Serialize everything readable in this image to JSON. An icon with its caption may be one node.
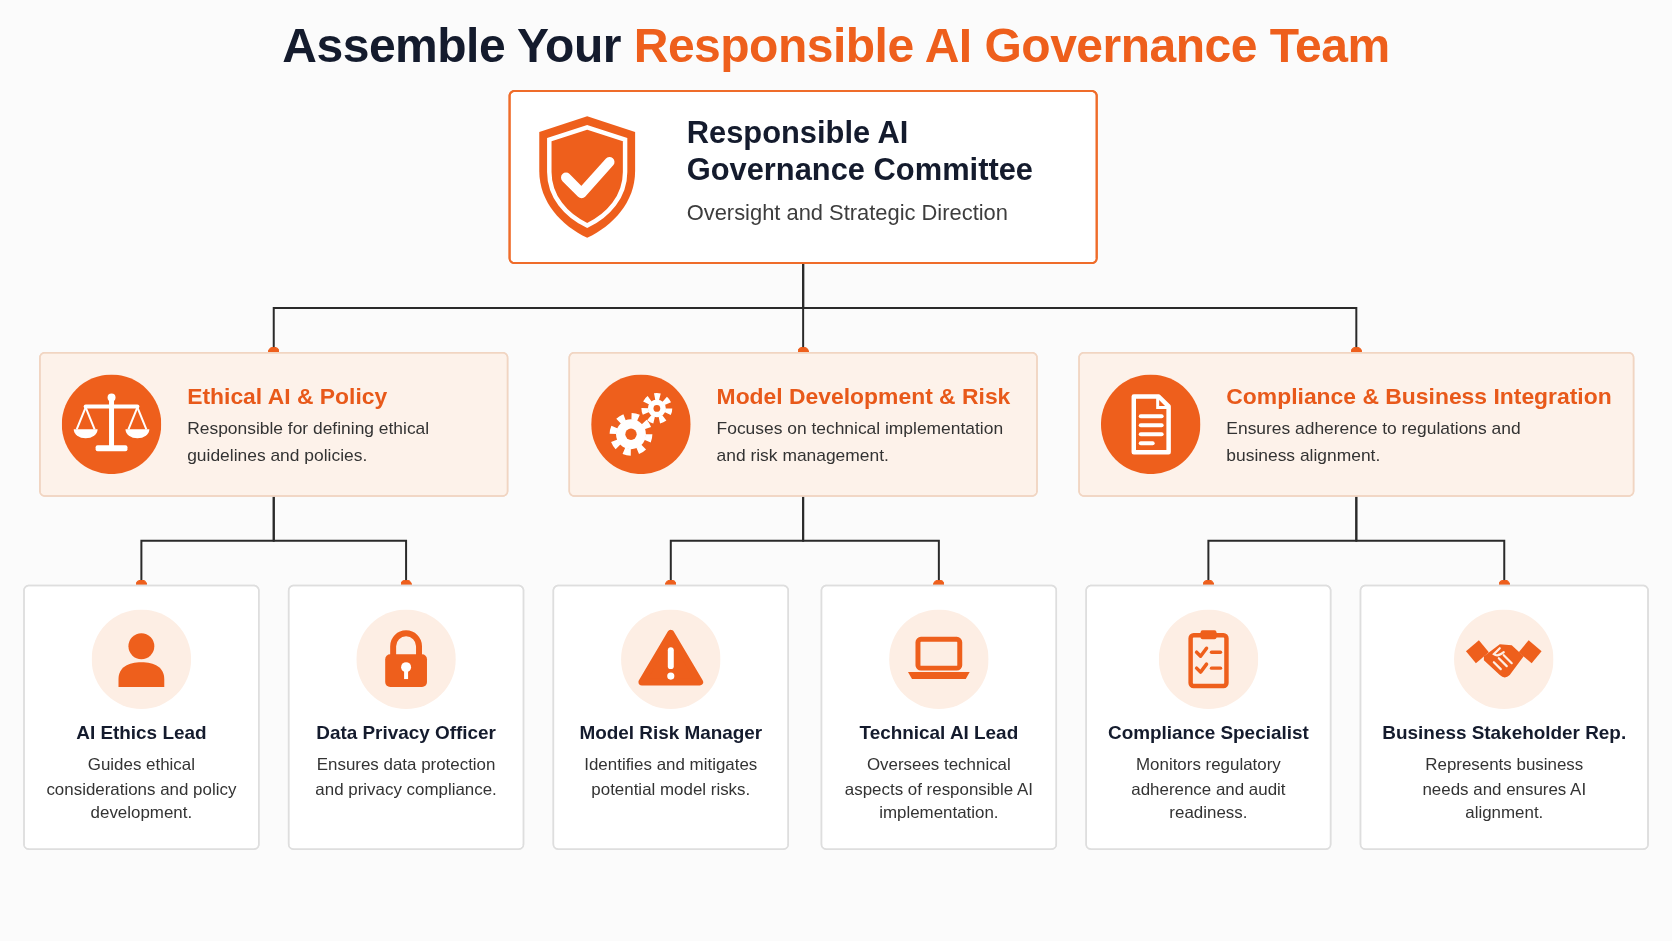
{
  "diagram": {
    "title": "Assemble Your Responsible AI Governance Team",
    "nodes": [
      {
        "text": [
          "Responsible AI Governance Committee",
          "Oversight and Strategic Direction"
        ]
      },
      {
        "text": [
          "Ethical AI & Policy",
          "Responsible for defining ethical guidelines and policies."
        ]
      },
      {
        "text": [
          "Model Development & Risk",
          "Focuses on technical implementation and risk management."
        ]
      },
      {
        "text": [
          "Compliance & Business Integration",
          "Ensures adherence to regulations and business alignment."
        ]
      },
      {
        "text": [
          "AI Ethics Lead",
          "Guides ethical considerations and policy development."
        ]
      },
      {
        "text": [
          "Data Privacy Officer",
          "Ensures data protection and privacy compliance."
        ]
      },
      {
        "text": [
          "Model Risk Manager",
          "Identifies and mitigates potential model risks."
        ]
      },
      {
        "text": [
          "Technical AI Lead",
          "Oversees technical aspects of responsible AI implementation."
        ]
      },
      {
        "text": [
          "Compliance Specialist",
          "Monitors regulatory adherence and audit readiness."
        ]
      },
      {
        "text": [
          "Business Stakeholder Rep.",
          "Represents business needs and ensures AI alignment."
        ]
      }
    ],
    "edges": [
      {
        "from": 0,
        "to": 1,
        "arrow": "other"
      },
      {
        "from": 0,
        "to": 2,
        "arrow": "other"
      },
      {
        "from": 0,
        "to": 3,
        "arrow": "other"
      },
      {
        "from": 1,
        "to": 4,
        "arrow": "other"
      },
      {
        "from": 1,
        "to": 5,
        "arrow": "other"
      },
      {
        "from": 2,
        "to": 6,
        "arrow": "other"
      },
      {
        "from": 2,
        "to": 7,
        "arrow": "other"
      },
      {
        "from": 3,
        "to": 8,
        "arrow": "other"
      },
      {
        "from": 3,
        "to": 9,
        "arrow": "other"
      }
    ]
  }
}
